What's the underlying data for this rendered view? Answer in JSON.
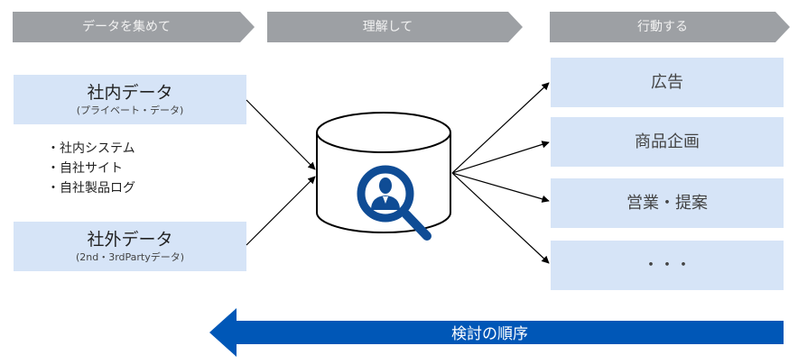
{
  "phases": [
    {
      "label": "データを集めて"
    },
    {
      "label": "理解して"
    },
    {
      "label": "行動する"
    }
  ],
  "sources": [
    {
      "title": "社内データ",
      "subtitle": "(プライベート・データ)"
    },
    {
      "title": "社外データ",
      "subtitle": "(2nd・3rdPartyデータ)"
    }
  ],
  "internal_examples": [
    "社内システム",
    "自社サイト",
    "自社製品ログ"
  ],
  "hub": {
    "icon": "person-search-icon"
  },
  "actions": [
    {
      "label": "広告"
    },
    {
      "label": "商品企画"
    },
    {
      "label": "営業・提案"
    },
    {
      "label": "・・・"
    }
  ],
  "review_order": {
    "label": "検討の順序"
  },
  "colors": {
    "phase_bg": "#9da0a4",
    "box_bg": "#d6e4f7",
    "accent_blue": "#0057b7",
    "icon_blue": "#0f4c95"
  }
}
